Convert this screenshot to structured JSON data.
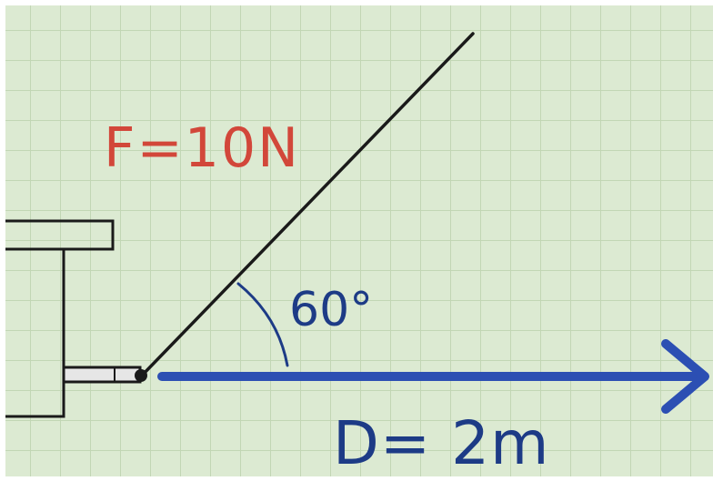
{
  "labels": {
    "force": "F=10N",
    "angle": "60°",
    "displacement": "D= 2m"
  },
  "colors": {
    "grid_background": "#dcead2",
    "grid_line": "#c2d6b4",
    "force_label": "#d2473a",
    "displacement_arrow": "#2c4fb3",
    "angle_arc": "#1d3b86",
    "ink": "#1a1a1a"
  }
}
